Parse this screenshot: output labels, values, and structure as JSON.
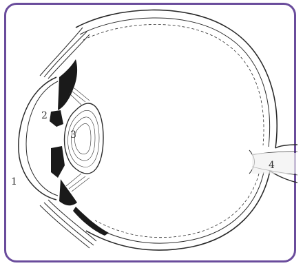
{
  "labels": {
    "cornea": "1",
    "iris": "2",
    "lens": "3",
    "optic_nerve": "4"
  },
  "colors": {
    "frame": "#6a4c9c",
    "line": "#2a2a2a",
    "fill_dark": "#1a1a1a"
  }
}
